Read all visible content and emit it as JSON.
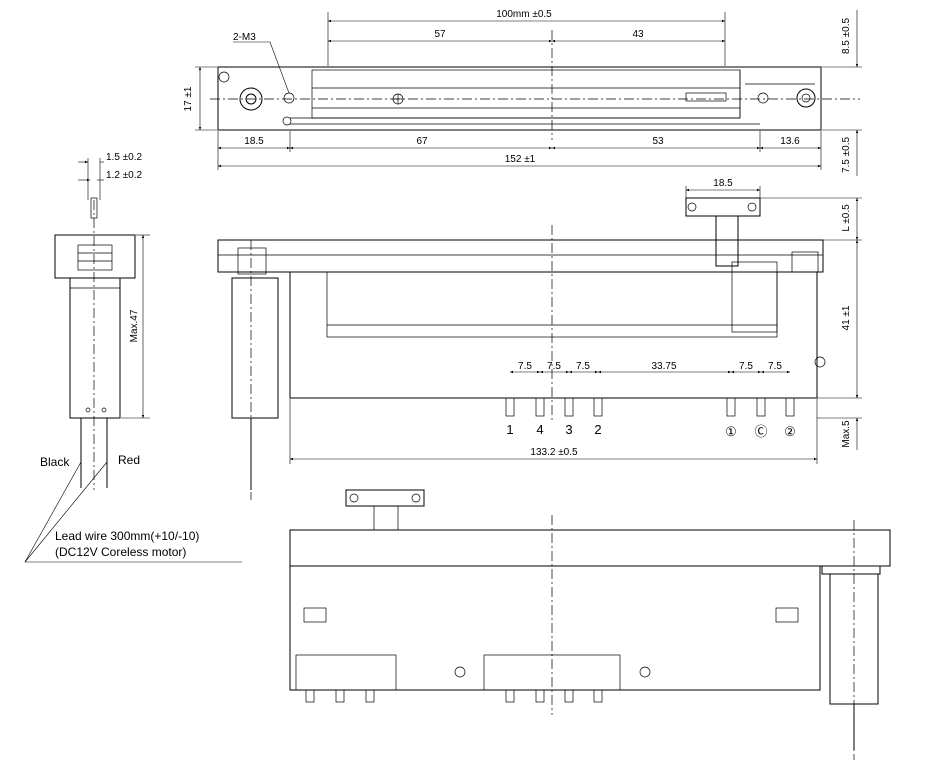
{
  "top_view": {
    "length_100": "100mm ±0.5",
    "len_57": "57",
    "len_43": "43",
    "mount_label": "2-M3",
    "height_17": "17 ±1",
    "right_85": "8.5 ±0.5",
    "right_75": "7.5 ±0.5",
    "seg_185": "18.5",
    "seg_67": "67",
    "seg_53": "53",
    "seg_136": "13.6",
    "total_152": "152 ±1"
  },
  "side_view": {
    "dim_15": "1.5 ±0.2",
    "dim_12": "1.2 ±0.2",
    "max47": "Max.47",
    "black": "Black",
    "red": "Red",
    "lead_wire_1": "Lead wire 300mm(+10/-10)",
    "lead_wire_2": "(DC12V Coreless motor)"
  },
  "front_view": {
    "dim_185": "18.5",
    "l05": "L ±0.5",
    "h41": "41 ±1",
    "max5": "Max.5",
    "pitch_1": "7.5",
    "pitch_2": "7.5",
    "pitch_3": "7.5",
    "pitch_4": "33.75",
    "pitch_5": "7.5",
    "pitch_6": "7.5",
    "pin_1": "1",
    "pin_4": "4",
    "pin_3": "3",
    "pin_2": "2",
    "pin_c1": "①",
    "pin_c": "Ⓒ",
    "pin_c2": "②",
    "total_1332": "133.2 ±0.5"
  }
}
